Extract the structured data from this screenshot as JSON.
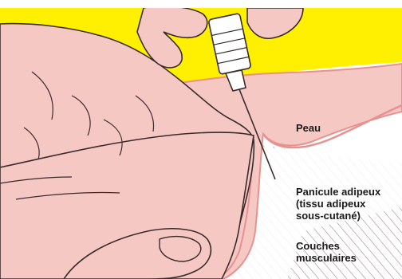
{
  "labels": {
    "skin": "Peau",
    "subcutaneous_fat": [
      "Panicule adipeux",
      "(tissu adipeux",
      "sous-cutané)"
    ],
    "muscle_layers": [
      "Couches",
      "musculaires"
    ]
  },
  "colors": {
    "background_yellow": "#ffef00",
    "skin_fill": "#f5c8c4",
    "skin_outline": "#e8918f",
    "outline": "#3a2b2b",
    "syringe_body": "#ffffff",
    "hatch": "#8a7a7a"
  }
}
